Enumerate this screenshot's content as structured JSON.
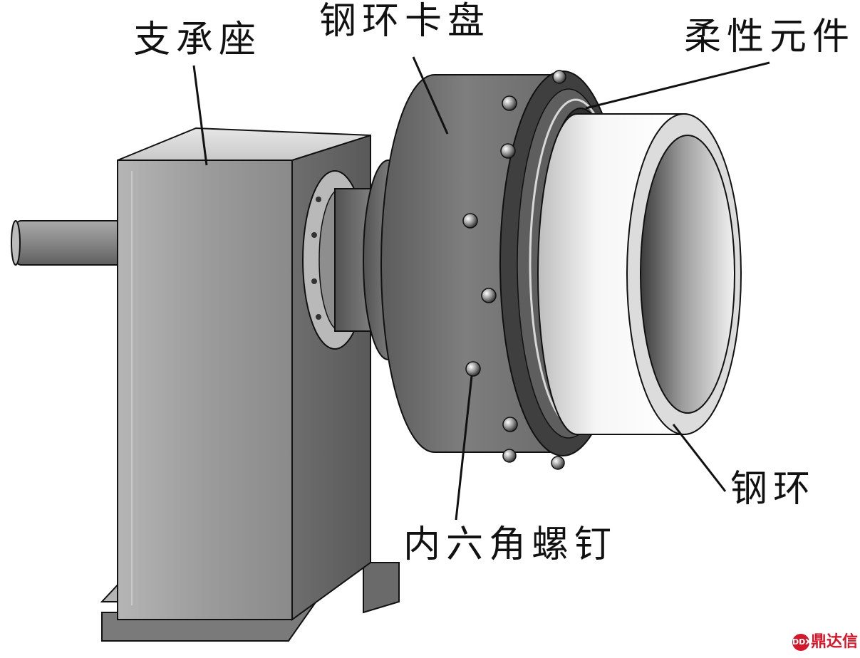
{
  "labels": {
    "bearing_seat": "支承座",
    "ring_chuck": "钢环卡盘",
    "flexible_element": "柔性元件",
    "steel_ring": "钢环",
    "hex_socket_screw": "内六角螺钉"
  },
  "watermark": {
    "logo_text": "鼎达信",
    "mark_text": "DDX",
    "color": "#d4172b"
  },
  "colors": {
    "outline": "#111111",
    "body_grey": "#8f8f8f",
    "dark_grey": "#4a4a4a",
    "ring_highlight": "#f4f4f4"
  }
}
